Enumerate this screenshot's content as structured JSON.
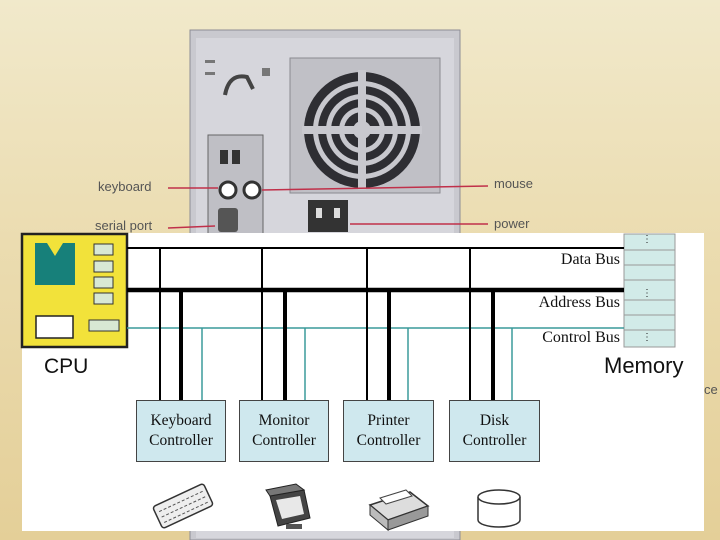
{
  "photo_labels": {
    "keyboard": "keyboard",
    "serial_port": "serial port",
    "mouse": "mouse",
    "power": "power",
    "partial_right": "ce"
  },
  "buses": {
    "data": "Data Bus",
    "address": "Address Bus",
    "control": "Control Bus"
  },
  "cpu_label": "CPU",
  "memory_label": "Memory",
  "memory_dots": [
    "⋮",
    "⋮",
    "⋮"
  ],
  "controllers": [
    {
      "line1": "Keyboard",
      "line2": "Controller"
    },
    {
      "line1": "Monitor",
      "line2": "Controller"
    },
    {
      "line1": "Printer",
      "line2": "Controller"
    },
    {
      "line1": "Disk",
      "line2": "Controller"
    }
  ],
  "colors": {
    "cpu_fill": "#f2e23a",
    "memory_fill": "#d2ebe8",
    "controller_fill": "#cfe8ee",
    "control_bus": "#3a9a9a",
    "bus_black": "#000000"
  },
  "icons": [
    "keyboard-icon",
    "monitor-icon",
    "printer-icon",
    "disk-icon"
  ]
}
